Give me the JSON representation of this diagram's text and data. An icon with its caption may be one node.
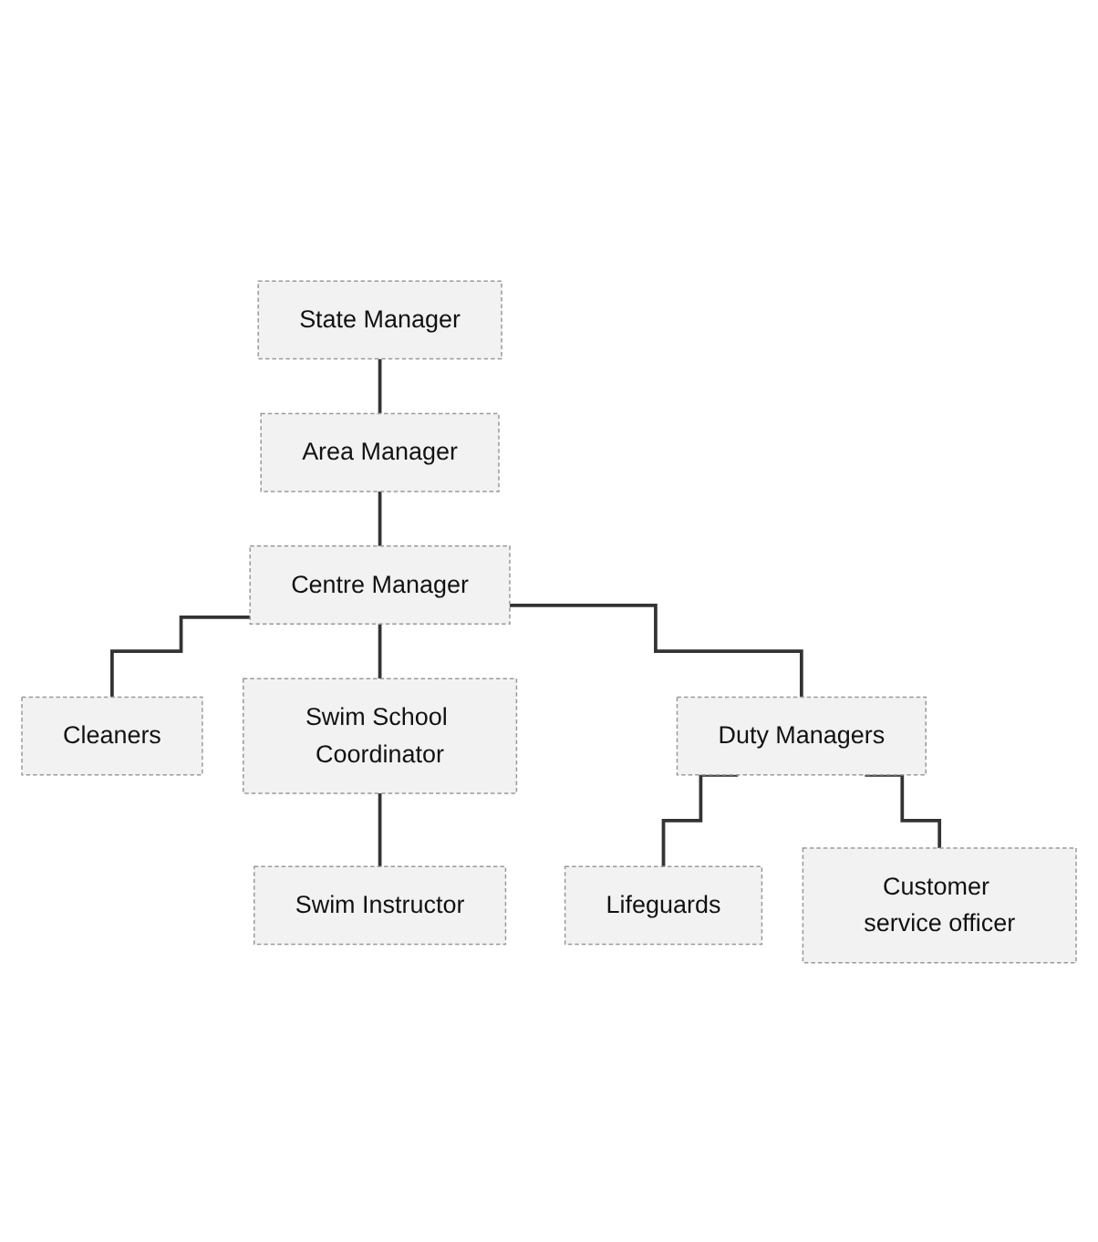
{
  "diagram": {
    "nodes": [
      {
        "text": [
          "State Manager"
        ]
      },
      {
        "text": [
          "Area Manager"
        ]
      },
      {
        "text": [
          "Centre Manager"
        ]
      },
      {
        "text": [
          "Cleaners"
        ]
      },
      {
        "text": [
          "Swim School Coordinator"
        ]
      },
      {
        "text": [
          "Duty Managers"
        ]
      },
      {
        "text": [
          "Swim Instructor"
        ]
      },
      {
        "text": [
          "Lifeguards"
        ]
      },
      {
        "text": [
          "Customer service officer"
        ]
      }
    ],
    "edges": [
      {
        "from": 0,
        "to": 1,
        "arrow": "none"
      },
      {
        "from": 1,
        "to": 2,
        "arrow": "none"
      },
      {
        "from": 2,
        "to": 3,
        "arrow": "none"
      },
      {
        "from": 2,
        "to": 4,
        "arrow": "none"
      },
      {
        "from": 2,
        "to": 5,
        "arrow": "none"
      },
      {
        "from": 4,
        "to": 6,
        "arrow": "none"
      },
      {
        "from": 5,
        "to": 7,
        "arrow": "none"
      },
      {
        "from": 5,
        "to": 8,
        "arrow": "none"
      }
    ]
  }
}
